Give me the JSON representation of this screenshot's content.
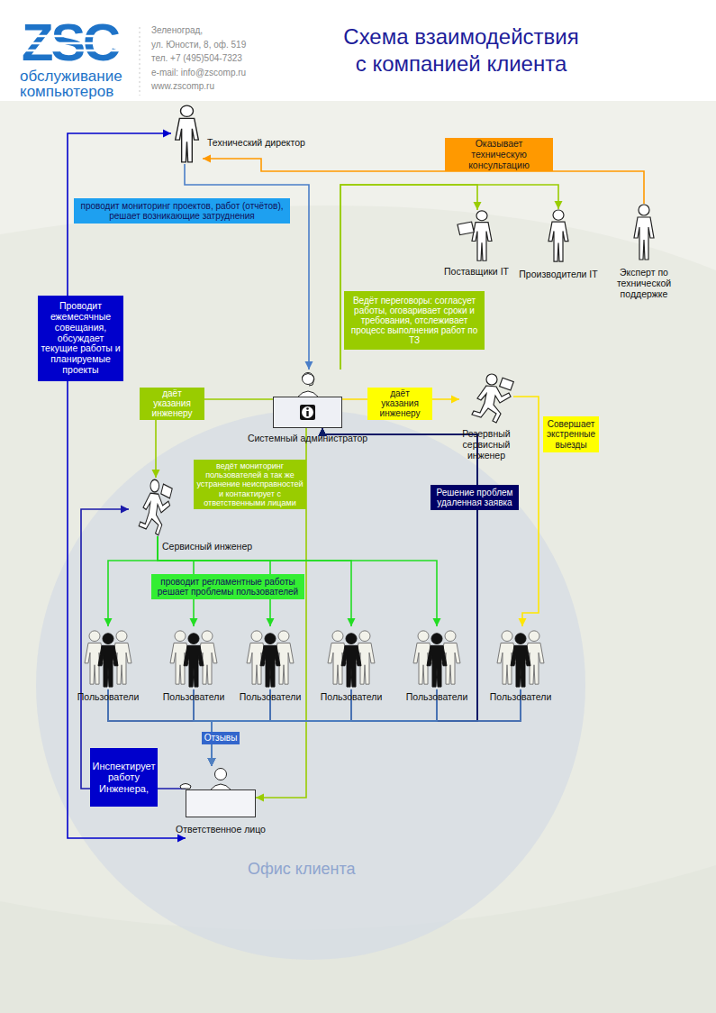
{
  "diagram": {
    "title": "Схема взаимодействия с компанией клиента",
    "nodes": [
      {
        "text": [
          "Технический директор"
        ]
      },
      {
        "text": [
          "Поставщики IT"
        ]
      },
      {
        "text": [
          "Производители IT"
        ]
      },
      {
        "text": [
          "Эксперт по технической поддержке"
        ]
      },
      {
        "text": [
          "Системный администратор"
        ]
      },
      {
        "text": [
          "Резервный сервисный инженер"
        ]
      },
      {
        "text": [
          "Офис клиента"
        ]
      },
      {
        "text": [
          "Сервисный инженер"
        ],
        "in": 6
      },
      {
        "text": [
          "Пользователи"
        ],
        "in": 6
      },
      {
        "text": [
          "Пользователи"
        ],
        "in": 6
      },
      {
        "text": [
          "Пользователи"
        ],
        "in": 6
      },
      {
        "text": [
          "Пользователи"
        ],
        "in": 6
      },
      {
        "text": [
          "Пользователи"
        ],
        "in": 6
      },
      {
        "text": [
          "Пользователи"
        ],
        "in": 6
      },
      {
        "text": [
          "Ответственное лицо"
        ],
        "in": 6
      }
    ],
    "edges": [
      {
        "from": 3,
        "to": 0,
        "arrow": "to",
        "label": "Оказывает техническую консультацию"
      },
      {
        "from": 0,
        "to": 4,
        "arrow": "to",
        "label": "проводит мониторинг проектов, работ (отчётов), решает возникающие затруднения"
      },
      {
        "from": 14,
        "to": 0,
        "arrow": "both",
        "label": "Проводит ежемесячные совещания, обсуждает текущие работы и планируемые проекты"
      },
      {
        "from": 4,
        "to": 1,
        "arrow": "to",
        "label": "Ведёт переговоры: согласует работы, оговаривает сроки и требования, отслеживает процесс выполнения работ по ТЗ"
      },
      {
        "from": 4,
        "to": 2,
        "arrow": "to"
      },
      {
        "from": 4,
        "to": 7,
        "arrow": "to",
        "label": "даёт указания инженеру"
      },
      {
        "from": 4,
        "to": 5,
        "arrow": "to",
        "label": "даёт указания инженеру"
      },
      {
        "from": 4,
        "to": 14,
        "arrow": "to",
        "label": "ведёт мониторинг пользователей а так же устранение неисправностей и контактирует с ответственными лицами"
      },
      {
        "from": 5,
        "to": 13,
        "arrow": "to",
        "label": "Совершает экстренные выезды"
      },
      {
        "from": 8,
        "to": 4,
        "arrow": "to",
        "label": "Решение проблем удаленная заявка"
      },
      {
        "from": 9,
        "to": 4,
        "arrow": "to"
      },
      {
        "from": 10,
        "to": 4,
        "arrow": "to"
      },
      {
        "from": 11,
        "to": 4,
        "arrow": "to"
      },
      {
        "from": 12,
        "to": 4,
        "arrow": "to"
      },
      {
        "from": 13,
        "to": 4,
        "arrow": "to"
      },
      {
        "from": 8,
        "to": 14,
        "arrow": "to",
        "label": "Отзывы"
      },
      {
        "from": 9,
        "to": 14,
        "arrow": "to"
      },
      {
        "from": 10,
        "to": 14,
        "arrow": "to"
      },
      {
        "from": 11,
        "to": 14,
        "arrow": "to"
      },
      {
        "from": 12,
        "to": 14,
        "arrow": "to"
      },
      {
        "from": 13,
        "to": 14,
        "arrow": "to"
      },
      {
        "from": 7,
        "to": 8,
        "arrow": "to",
        "label": "проводит регламентные работы решает проблемы пользователей"
      },
      {
        "from": 7,
        "to": 9,
        "arrow": "to"
      },
      {
        "from": 7,
        "to": 10,
        "arrow": "to"
      },
      {
        "from": 7,
        "to": 11,
        "arrow": "to"
      },
      {
        "from": 7,
        "to": 12,
        "arrow": "to"
      },
      {
        "from": 14,
        "to": 7,
        "arrow": "to",
        "label": "Инспектирует работу Инженера,"
      }
    ],
    "labels": [
      "ZSC",
      "обслуживание компьютеров",
      "Зеленоград,",
      "ул. Юности, 8, оф. 519",
      "тел. +7 (495)504-7323",
      "e-mail: info@zscomp.ru",
      "www.zscomp.ru"
    ]
  }
}
